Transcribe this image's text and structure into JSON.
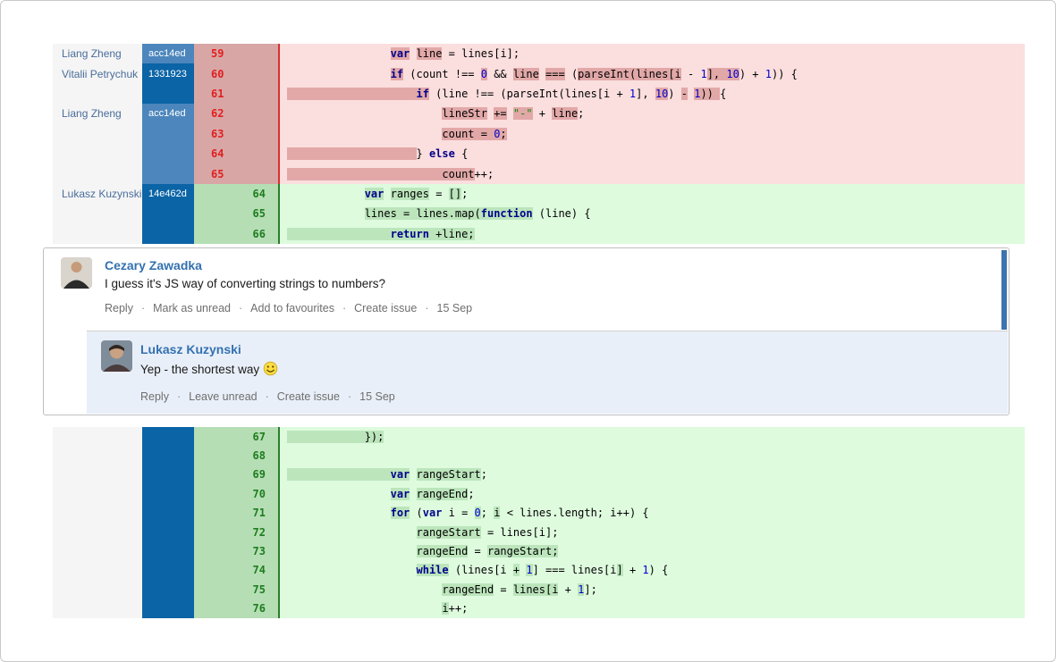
{
  "colors": {
    "accent_link_blue": "#3371B0",
    "commit_light_blue": "#4C86BC",
    "commit_dark_blue": "#0B64A6",
    "blame_author_blue": "#4a6d9b",
    "del_code_bg": "#FBDEDE",
    "del_word_highlight": "#E2A8A8",
    "del_linenum_bg": "#D9A6A6",
    "del_linenum_text": "#E02020",
    "add_code_bg": "#DEFBDE",
    "add_word_highlight": "#BCE5BC",
    "add_linenum_bg": "#B5DEB5",
    "add_linenum_text": "#1E7D1E",
    "reply_bg": "#E9EFF8",
    "unread_bar_blue": "#3B74AF"
  },
  "diff_top": {
    "rows": [
      {
        "type": "del",
        "author": "Liang Zheng",
        "commit": "acc14ed",
        "shade": "light",
        "num": "59",
        "seg": [
          {
            "t": "                ",
            "c": ""
          },
          {
            "t": "var",
            "c": "k h"
          },
          {
            "t": " ",
            "c": ""
          },
          {
            "t": "line",
            "c": "h"
          },
          {
            "t": " = lines[i];",
            "c": ""
          }
        ]
      },
      {
        "type": "del",
        "author": "Vitalii Petrychuk",
        "commit": "1331923",
        "shade": "dark",
        "num": "60",
        "seg": [
          {
            "t": "                ",
            "c": ""
          },
          {
            "t": "if",
            "c": "k h"
          },
          {
            "t": " (count !== ",
            "c": ""
          },
          {
            "t": "0",
            "c": "n h"
          },
          {
            "t": " && ",
            "c": ""
          },
          {
            "t": "line",
            "c": "h"
          },
          {
            "t": " ",
            "c": ""
          },
          {
            "t": "===",
            "c": "h"
          },
          {
            "t": " (",
            "c": ""
          },
          {
            "t": "parseInt(lines[i",
            "c": "h"
          },
          {
            "t": " - ",
            "c": ""
          },
          {
            "t": "1",
            "c": "n"
          },
          {
            "t": "], ",
            "c": "h"
          },
          {
            "t": "10",
            "c": "n h"
          },
          {
            "t": ") + ",
            "c": ""
          },
          {
            "t": "1",
            "c": "n"
          },
          {
            "t": ")) {",
            "c": ""
          }
        ]
      },
      {
        "type": "del",
        "author": "",
        "commit": "",
        "shade": "dark",
        "num": "61",
        "seg": [
          {
            "t": "                    ",
            "c": "h"
          },
          {
            "t": "if",
            "c": "k h"
          },
          {
            "t": " (line !== (parseInt(lines[i + ",
            "c": ""
          },
          {
            "t": "1",
            "c": "n"
          },
          {
            "t": "], ",
            "c": ""
          },
          {
            "t": "10",
            "c": "n h"
          },
          {
            "t": ") ",
            "c": ""
          },
          {
            "t": "-",
            "c": "h"
          },
          {
            "t": " ",
            "c": ""
          },
          {
            "t": "1",
            "c": "n h"
          },
          {
            "t": ")) ",
            "c": "h"
          },
          {
            "t": "{",
            "c": ""
          }
        ]
      },
      {
        "type": "del",
        "author": "Liang Zheng",
        "commit": "acc14ed",
        "shade": "light",
        "num": "62",
        "seg": [
          {
            "t": "                        ",
            "c": ""
          },
          {
            "t": "lineStr",
            "c": "h"
          },
          {
            "t": " ",
            "c": ""
          },
          {
            "t": "+=",
            "c": "h"
          },
          {
            "t": " ",
            "c": ""
          },
          {
            "t": "\"-\"",
            "c": "s h"
          },
          {
            "t": " + ",
            "c": ""
          },
          {
            "t": "line",
            "c": "h"
          },
          {
            "t": ";",
            "c": ""
          }
        ]
      },
      {
        "type": "del",
        "author": "",
        "commit": "",
        "shade": "light",
        "num": "63",
        "seg": [
          {
            "t": "                        ",
            "c": ""
          },
          {
            "t": "count = ",
            "c": "h"
          },
          {
            "t": "0",
            "c": "n h"
          },
          {
            "t": ";",
            "c": "h"
          }
        ]
      },
      {
        "type": "del",
        "author": "",
        "commit": "",
        "shade": "light",
        "num": "64",
        "seg": [
          {
            "t": "                    ",
            "c": "h"
          },
          {
            "t": "} ",
            "c": ""
          },
          {
            "t": "else",
            "c": "k"
          },
          {
            "t": " {",
            "c": ""
          }
        ]
      },
      {
        "type": "del",
        "author": "",
        "commit": "",
        "shade": "light",
        "num": "65",
        "seg": [
          {
            "t": "                        ",
            "c": "h"
          },
          {
            "t": "count",
            "c": "h"
          },
          {
            "t": "++;",
            "c": ""
          }
        ]
      },
      {
        "type": "add",
        "author": "Lukasz Kuzynski",
        "commit": "14e462d",
        "shade": "dark",
        "num": "64",
        "seg": [
          {
            "t": "            ",
            "c": ""
          },
          {
            "t": "var",
            "c": "k h"
          },
          {
            "t": " ",
            "c": ""
          },
          {
            "t": "ranges",
            "c": "h"
          },
          {
            "t": " = ",
            "c": ""
          },
          {
            "t": "[]",
            "c": "h"
          },
          {
            "t": ";",
            "c": ""
          }
        ]
      },
      {
        "type": "add",
        "author": "",
        "commit": "",
        "shade": "dark",
        "num": "65",
        "seg": [
          {
            "t": "            ",
            "c": ""
          },
          {
            "t": "lines = lines.map(",
            "c": "h"
          },
          {
            "t": "function",
            "c": "k h"
          },
          {
            "t": " (line) {",
            "c": ""
          }
        ]
      },
      {
        "type": "add",
        "author": "",
        "commit": "",
        "shade": "dark",
        "num": "66",
        "seg": [
          {
            "t": "                ",
            "c": "h"
          },
          {
            "t": "return",
            "c": "k h"
          },
          {
            "t": " +line;",
            "c": "h"
          }
        ]
      }
    ]
  },
  "diff_bottom": {
    "rows": [
      {
        "type": "add",
        "author": "",
        "commit": "",
        "shade": "dark",
        "num": "67",
        "seg": [
          {
            "t": "            ",
            "c": "h"
          },
          {
            "t": "});",
            "c": "h"
          }
        ]
      },
      {
        "type": "add",
        "author": "",
        "commit": "",
        "shade": "dark",
        "num": "68",
        "seg": []
      },
      {
        "type": "add",
        "author": "",
        "commit": "",
        "shade": "dark",
        "num": "69",
        "seg": [
          {
            "t": "                ",
            "c": "h"
          },
          {
            "t": "var",
            "c": "k h"
          },
          {
            "t": " ",
            "c": ""
          },
          {
            "t": "rangeStart",
            "c": "h"
          },
          {
            "t": ";",
            "c": ""
          }
        ]
      },
      {
        "type": "add",
        "author": "",
        "commit": "",
        "shade": "dark",
        "num": "70",
        "seg": [
          {
            "t": "                ",
            "c": ""
          },
          {
            "t": "var",
            "c": "k h"
          },
          {
            "t": " ",
            "c": ""
          },
          {
            "t": "rangeEnd",
            "c": "h"
          },
          {
            "t": ";",
            "c": ""
          }
        ]
      },
      {
        "type": "add",
        "author": "",
        "commit": "",
        "shade": "dark",
        "num": "71",
        "seg": [
          {
            "t": "                ",
            "c": ""
          },
          {
            "t": "for",
            "c": "k h"
          },
          {
            "t": " (",
            "c": ""
          },
          {
            "t": "var",
            "c": "k"
          },
          {
            "t": " i = ",
            "c": ""
          },
          {
            "t": "0",
            "c": "n h"
          },
          {
            "t": "; ",
            "c": ""
          },
          {
            "t": "i",
            "c": "h"
          },
          {
            "t": " < lines.length; i++) {",
            "c": ""
          }
        ]
      },
      {
        "type": "add",
        "author": "",
        "commit": "",
        "shade": "dark",
        "num": "72",
        "seg": [
          {
            "t": "                    ",
            "c": ""
          },
          {
            "t": "rangeStart",
            "c": "h"
          },
          {
            "t": " = lines[i];",
            "c": ""
          }
        ]
      },
      {
        "type": "add",
        "author": "",
        "commit": "",
        "shade": "dark",
        "num": "73",
        "seg": [
          {
            "t": "                    ",
            "c": ""
          },
          {
            "t": "rangeEnd",
            "c": "h"
          },
          {
            "t": " = ",
            "c": ""
          },
          {
            "t": "rangeStart;",
            "c": "h"
          }
        ]
      },
      {
        "type": "add",
        "author": "",
        "commit": "",
        "shade": "dark",
        "num": "74",
        "seg": [
          {
            "t": "                    ",
            "c": ""
          },
          {
            "t": "while",
            "c": "k h"
          },
          {
            "t": " (lines[i ",
            "c": ""
          },
          {
            "t": "+",
            "c": "h"
          },
          {
            "t": " ",
            "c": ""
          },
          {
            "t": "1",
            "c": "n h"
          },
          {
            "t": "] === lines[i",
            "c": ""
          },
          {
            "t": "]",
            "c": "h"
          },
          {
            "t": " + ",
            "c": ""
          },
          {
            "t": "1",
            "c": "n"
          },
          {
            "t": ") {",
            "c": ""
          }
        ]
      },
      {
        "type": "add",
        "author": "",
        "commit": "",
        "shade": "dark",
        "num": "75",
        "seg": [
          {
            "t": "                        ",
            "c": ""
          },
          {
            "t": "rangeEnd",
            "c": "h"
          },
          {
            "t": " = ",
            "c": ""
          },
          {
            "t": "lines[i",
            "c": "h"
          },
          {
            "t": " + ",
            "c": ""
          },
          {
            "t": "1",
            "c": "n h"
          },
          {
            "t": "];",
            "c": ""
          }
        ]
      },
      {
        "type": "add",
        "author": "",
        "commit": "",
        "shade": "dark",
        "num": "76",
        "seg": [
          {
            "t": "                        ",
            "c": ""
          },
          {
            "t": "i",
            "c": "h"
          },
          {
            "t": "++;",
            "c": ""
          }
        ]
      }
    ]
  },
  "comments": {
    "thread": [
      {
        "author": "Cezary Zawadka",
        "body": "I guess it's JS way of converting strings to numbers?",
        "actions": [
          "Reply",
          "Mark as unread",
          "Add to favourites",
          "Create issue"
        ],
        "timestamp": "15 Sep"
      },
      {
        "author": "Lukasz Kuzynski",
        "body": "Yep - the shortest way",
        "emoticon": "smiley",
        "actions": [
          "Reply",
          "Leave unread",
          "Create issue"
        ],
        "timestamp": "15 Sep"
      }
    ]
  }
}
